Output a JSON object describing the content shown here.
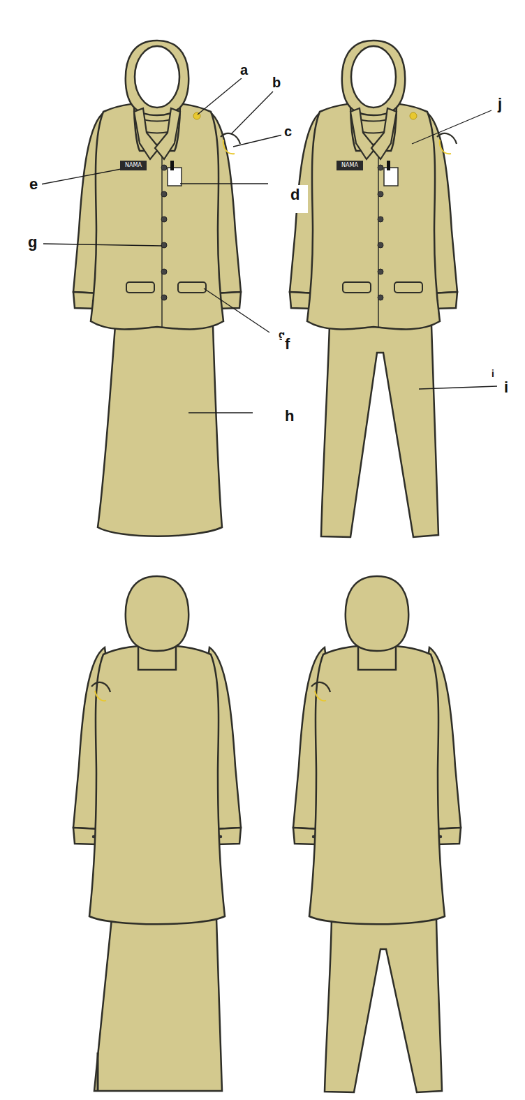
{
  "diagram": {
    "labels": [
      "a",
      "b",
      "c",
      "NAMA",
      "e",
      "d",
      "g",
      "g",
      "f",
      "h",
      "NAMA",
      "j",
      "i",
      "i"
    ]
  }
}
